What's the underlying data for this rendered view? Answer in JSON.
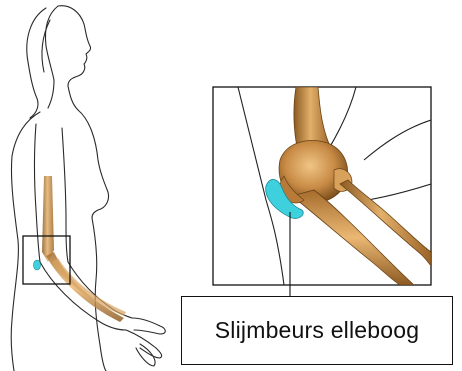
{
  "callout": {
    "label": "Slijmbeurs elleboog"
  },
  "colors": {
    "bursa": "#3fd0de",
    "bone": "#c98f4a",
    "outline": "#222222",
    "box_border": "#111111"
  },
  "icons": {
    "figure": "woman-side-profile-illustration",
    "zoom": "elbow-joint-closeup-illustration"
  }
}
